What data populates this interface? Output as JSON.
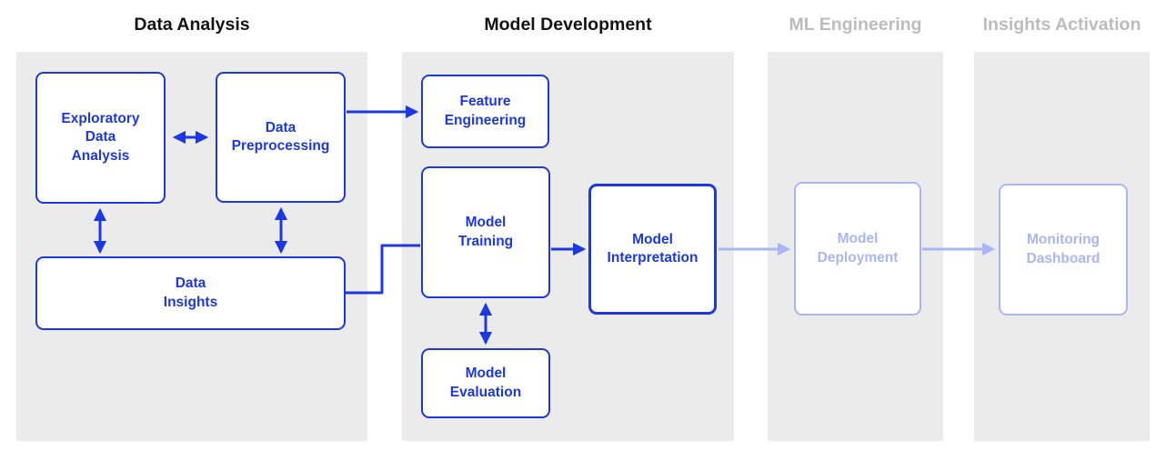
{
  "diagram": {
    "sections": [
      {
        "title": "Data Analysis",
        "state": "active"
      },
      {
        "title": "Model Development",
        "state": "active"
      },
      {
        "title": "ML Engineering",
        "state": "inactive"
      },
      {
        "title": "Insights Activation",
        "state": "inactive"
      }
    ],
    "nodes": [
      {
        "id": "exploratory-data-analysis",
        "label": "Exploratory\nData\nAnalysis",
        "section": "Data Analysis",
        "state": "active"
      },
      {
        "id": "data-preprocessing",
        "label": "Data\nPreprocessing",
        "section": "Data Analysis",
        "state": "active"
      },
      {
        "id": "data-insights",
        "label": "Data\nInsights",
        "section": "Data Analysis",
        "state": "active"
      },
      {
        "id": "feature-engineering",
        "label": "Feature\nEngineering",
        "section": "Model Development",
        "state": "active"
      },
      {
        "id": "model-training",
        "label": "Model\nTraining",
        "section": "Model Development",
        "state": "active"
      },
      {
        "id": "model-interpretation",
        "label": "Model\nInterpretation",
        "section": "Model Development",
        "state": "active"
      },
      {
        "id": "model-evaluation",
        "label": "Model\nEvaluation",
        "section": "Model Development",
        "state": "active"
      },
      {
        "id": "model-deployment",
        "label": "Model\nDeployment",
        "section": "ML Engineering",
        "state": "inactive"
      },
      {
        "id": "monitoring-dashboard",
        "label": "Monitoring\nDashboard",
        "section": "Insights Activation",
        "state": "inactive"
      }
    ],
    "connections": [
      {
        "from": "Exploratory Data Analysis",
        "to": "Data Preprocessing",
        "bidirectional": true,
        "state": "active"
      },
      {
        "from": "Exploratory Data Analysis",
        "to": "Data Insights",
        "bidirectional": true,
        "state": "active"
      },
      {
        "from": "Data Preprocessing",
        "to": "Data Insights",
        "bidirectional": true,
        "state": "active"
      },
      {
        "from": "Data Preprocessing",
        "to": "Feature Engineering",
        "bidirectional": false,
        "state": "active"
      },
      {
        "from": "Data Insights",
        "to": "Model Training",
        "bidirectional": false,
        "state": "active"
      },
      {
        "from": "Model Training",
        "to": "Model Interpretation",
        "bidirectional": false,
        "state": "active"
      },
      {
        "from": "Model Training",
        "to": "Model Evaluation",
        "bidirectional": true,
        "state": "active"
      },
      {
        "from": "Model Interpretation",
        "to": "Model Deployment",
        "bidirectional": false,
        "state": "inactive"
      },
      {
        "from": "Model Deployment",
        "to": "Monitoring Dashboard",
        "bidirectional": false,
        "state": "inactive"
      }
    ],
    "colors": {
      "active_blue": "#1C38E4",
      "inactive_blue": "#A9B6F6",
      "panel_background": "#EBEBEB",
      "active_title": "#131313",
      "inactive_title": "#BCBCBC",
      "node_background": "#FFFFFF"
    }
  }
}
